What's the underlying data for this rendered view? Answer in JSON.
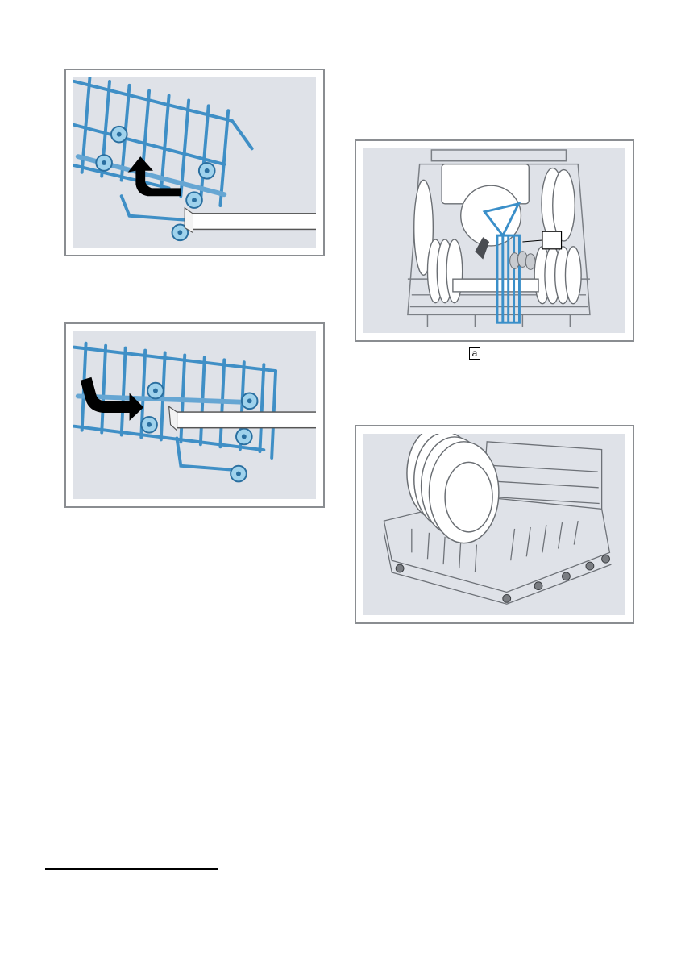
{
  "callout": {
    "label": "a"
  },
  "figures": [
    {
      "id": "fig1",
      "icon": "rack-lift-up-arrow-icon"
    },
    {
      "id": "fig2",
      "icon": "rack-lower-arrow-icon"
    },
    {
      "id": "fig3",
      "icon": "loaded-upper-rack-icon"
    },
    {
      "id": "fig4",
      "icon": "lower-rack-plates-icon"
    }
  ],
  "colors": {
    "rack_blue": "#3f8fc6",
    "panel": "#dfe2e8",
    "frame": "#8a8d91",
    "arrow": "#000000"
  }
}
